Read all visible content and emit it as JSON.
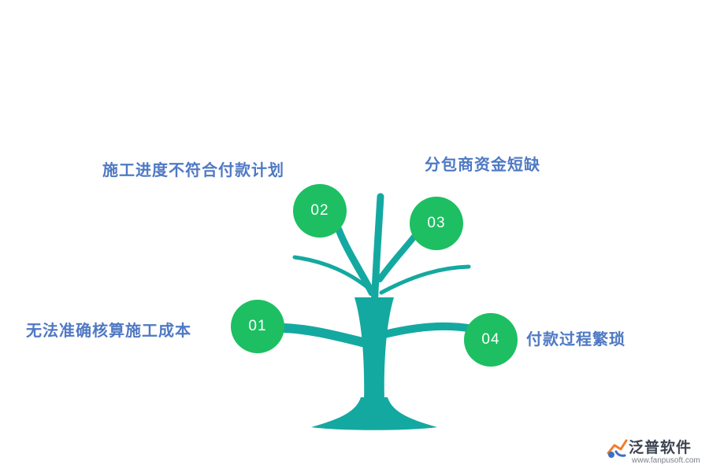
{
  "colors": {
    "trunk": "#14a9a0",
    "node": "#1dbf62",
    "label": "#4f79c4"
  },
  "nodes": [
    {
      "number": "01",
      "label": "无法准确核算施工成本"
    },
    {
      "number": "02",
      "label": "施工进度不符合付款计划"
    },
    {
      "number": "03",
      "label": "分包商资金短缺"
    },
    {
      "number": "04",
      "label": "付款过程繁琐"
    }
  ],
  "logo": {
    "name": "泛普软件",
    "url": "www.fanpusoft.com"
  }
}
